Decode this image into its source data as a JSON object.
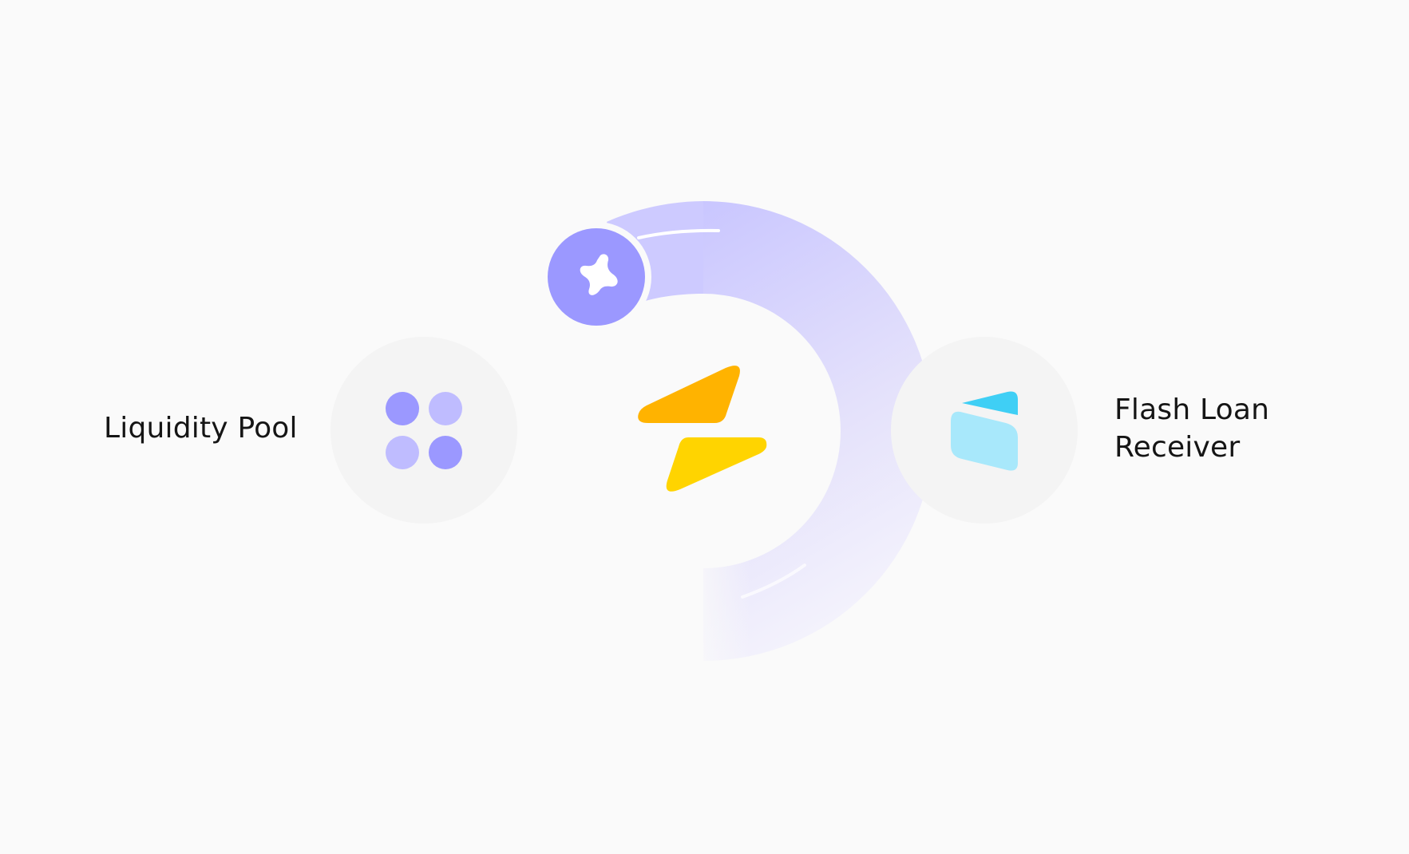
{
  "nodes": {
    "left": {
      "label": "Liquidity Pool",
      "icon": "four-dots-grid-icon"
    },
    "center": {
      "icon": "lightning-bolt-icon"
    },
    "arc_badge": {
      "icon": "sparkle-star-icon"
    },
    "right": {
      "label_line1": "Flash Loan",
      "label_line2": "Receiver",
      "icon": "wallet-card-icon"
    }
  },
  "colors": {
    "background": "#fafafa",
    "node_circle": "#f4f4f4",
    "arc_gradient_start": "#c9c6ff",
    "arc_gradient_end": "#f6f5fc",
    "badge": "#9b98ff",
    "grid_dot_dark": "#9b98ff",
    "grid_dot_light": "#bfbcff",
    "bolt_top": "#ffb300",
    "bolt_bottom": "#ffd400",
    "wallet_front": "#a8e8fb",
    "wallet_back": "#3fcff5",
    "label_text": "#151515"
  }
}
